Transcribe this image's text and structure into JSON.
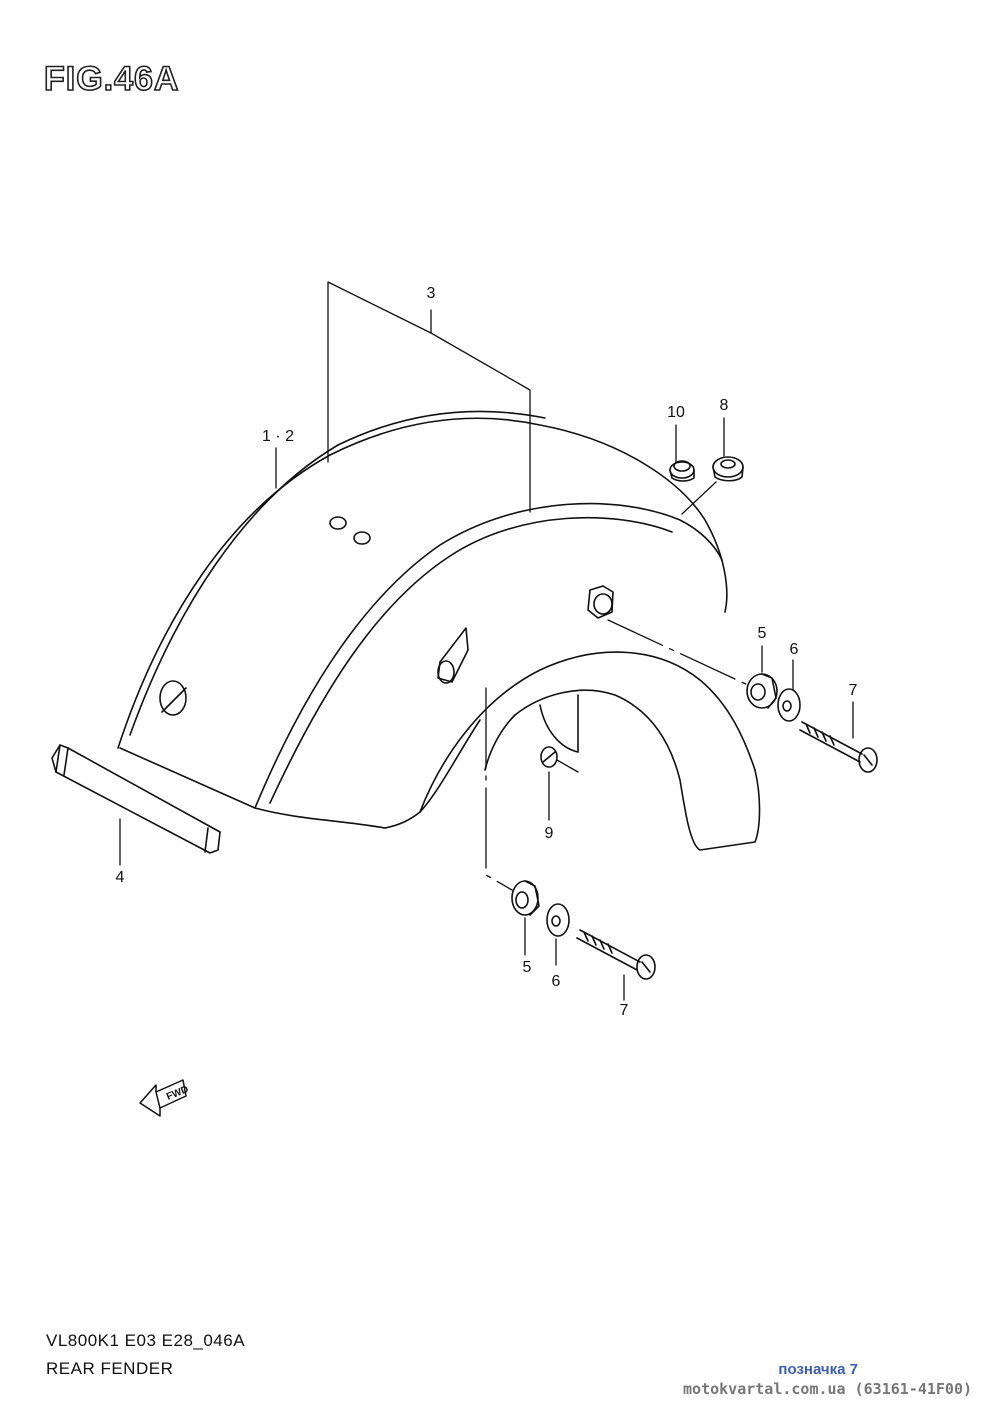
{
  "figure": {
    "title": "FIG.46A"
  },
  "callouts": [
    {
      "id": "c-3",
      "label": "3"
    },
    {
      "id": "c-1-2",
      "label": "1 · 2"
    },
    {
      "id": "c-10",
      "label": "10"
    },
    {
      "id": "c-8",
      "label": "8"
    },
    {
      "id": "c-5-upper",
      "label": "5"
    },
    {
      "id": "c-6-upper",
      "label": "6"
    },
    {
      "id": "c-7-upper",
      "label": "7"
    },
    {
      "id": "c-9",
      "label": "9"
    },
    {
      "id": "c-4",
      "label": "4"
    },
    {
      "id": "c-5-lower",
      "label": "5"
    },
    {
      "id": "c-6-lower",
      "label": "6"
    },
    {
      "id": "c-7-lower",
      "label": "7"
    }
  ],
  "fwd_arrow": {
    "label": "FWD"
  },
  "footer": {
    "model_code": "VL800K1 E03 E28_046A",
    "section_name": "REAR FENDER",
    "mark": "позначка 7",
    "site": "motokvartal.com.ua (63161-41F00)"
  },
  "colors": {
    "ink": "#111111",
    "mark": "#3b5fb5",
    "site": "#777777"
  }
}
